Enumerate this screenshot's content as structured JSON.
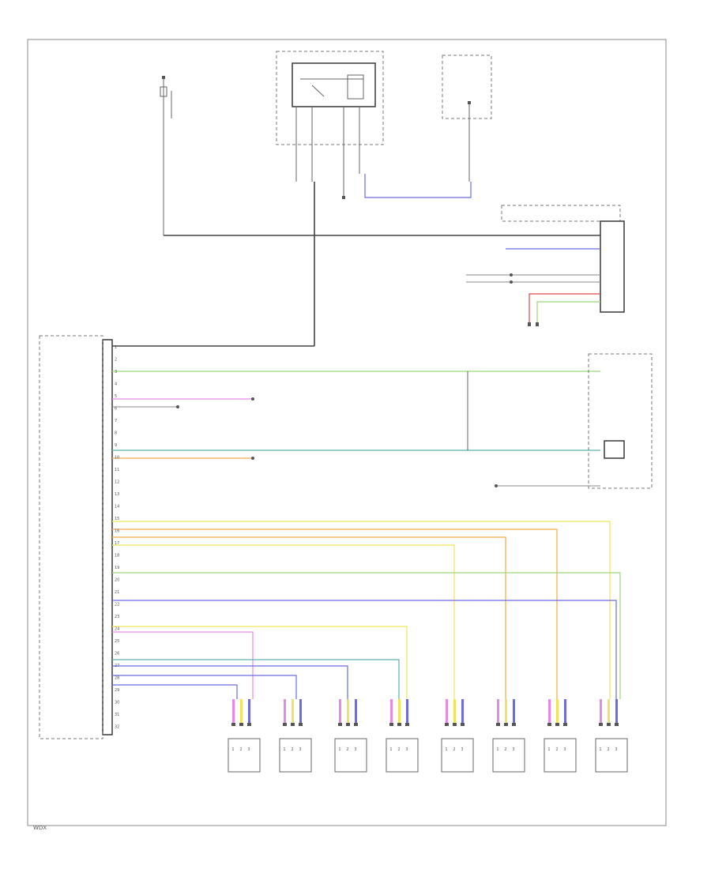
{
  "diagram": {
    "footer_code": "WDX",
    "colors": {
      "white": "#888888",
      "green": "#9cd67a",
      "pink": "#e68ae6",
      "yellow": "#f2e35e",
      "orange": "#f3a948",
      "blue": "#6c6ce0",
      "teal": "#5ab0b0",
      "red": "#e04848",
      "gray": "#777777"
    },
    "pdc_pins": [
      "1",
      "2",
      "3",
      "4",
      "5",
      "6",
      "7",
      "8",
      "9",
      "10",
      "11",
      "12",
      "13",
      "14",
      "15",
      "16",
      "17",
      "18",
      "19",
      "20",
      "21",
      "22",
      "23",
      "24",
      "25",
      "26",
      "27",
      "28",
      "29",
      "30",
      "31",
      "32"
    ],
    "sensors": [
      {
        "id": "s1",
        "pins": [
          "1",
          "2",
          "3"
        ]
      },
      {
        "id": "s2",
        "pins": [
          "1",
          "2",
          "3"
        ]
      },
      {
        "id": "s3",
        "pins": [
          "1",
          "2",
          "3"
        ]
      },
      {
        "id": "s4",
        "pins": [
          "1",
          "2",
          "3"
        ]
      },
      {
        "id": "s5",
        "pins": [
          "1",
          "2",
          "3"
        ]
      },
      {
        "id": "s6",
        "pins": [
          "1",
          "2",
          "3"
        ]
      },
      {
        "id": "s7",
        "pins": [
          "1",
          "2",
          "3"
        ]
      },
      {
        "id": "s8",
        "pins": [
          "1",
          "2",
          "3"
        ]
      }
    ]
  }
}
